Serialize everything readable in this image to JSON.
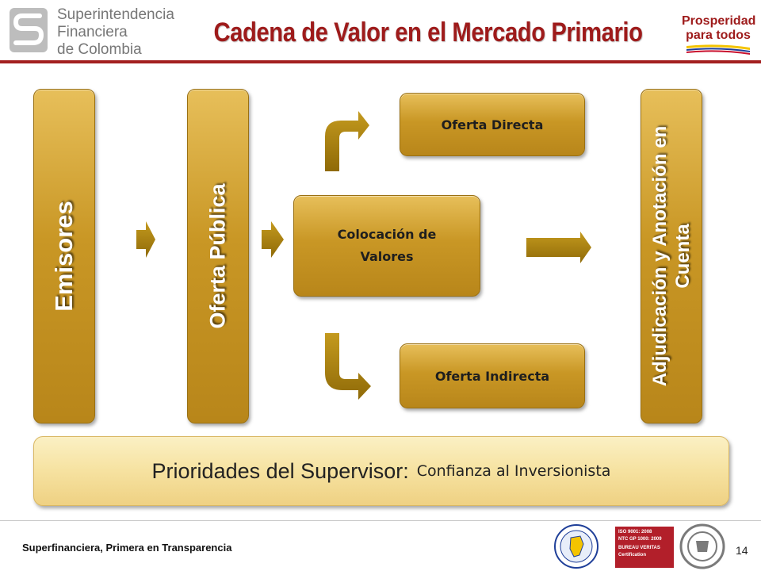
{
  "header": {
    "logo_lines": [
      "Superintendencia",
      "Financiera",
      "de Colombia"
    ],
    "title": "Cadena de Valor en el Mercado Primario",
    "campaign_logo": {
      "line1": "Prosperidad",
      "line2": "para todos"
    }
  },
  "diagram": {
    "stages": {
      "emisores": "Emisores",
      "oferta_publica": "Oferta Pública",
      "colocacion": "Colocación de Valores",
      "oferta_directa": "Oferta Directa",
      "oferta_indirecta": "Oferta Indirecta",
      "adjudicacion": "Adjudicación y Anotación en Cuenta"
    },
    "priority": {
      "label": "Prioridades del Supervisor:",
      "value": "Confianza al Inversionista"
    }
  },
  "footer": {
    "tagline": "Superfinanciera, Primera en Transparencia",
    "page_number": "14",
    "certification_lines": [
      "ISO 9001: 2008",
      "NTC GP 1000: 2009",
      "BUREAU VERITAS",
      "Certification"
    ]
  },
  "colors": {
    "title_red": "#9e1b1b",
    "gold": "#c99725",
    "arrow_gold": "#a8800e",
    "priority_cream": "#f6e2a0"
  }
}
